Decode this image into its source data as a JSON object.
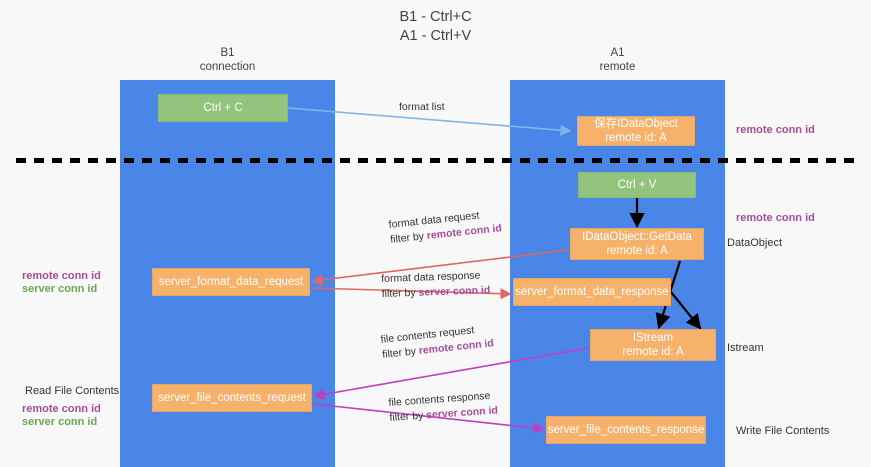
{
  "title": {
    "line1": "B1 - Ctrl+C",
    "line2": "A1 - Ctrl+V"
  },
  "lanes": [
    {
      "name": "B1",
      "sub": "connection"
    },
    {
      "name": "A1",
      "sub": "remote"
    }
  ],
  "boxes": {
    "ctrl_c": {
      "line1": "Ctrl + C"
    },
    "idataobject_saved": {
      "line1": "保存IDataObject",
      "line2": "remote id: A"
    },
    "ctrl_v": {
      "line1": "Ctrl + V"
    },
    "getdata": {
      "line1": "IDataObject::GetData",
      "line2": "remote id: A"
    },
    "server_format_data_request": {
      "line1": "server_format_data_request"
    },
    "server_format_data_response": {
      "line1": "server_format_data_response"
    },
    "istream": {
      "line1": "IStream",
      "line2": "remote id: A"
    },
    "server_file_contents_request": {
      "line1": "server_file_contents_request"
    },
    "server_file_contents_response": {
      "line1": "server_file_contents_response"
    }
  },
  "flows": {
    "format_list": {
      "line1": "format list",
      "line2": ""
    },
    "format_data_request": {
      "line1": "format data request",
      "prefix": "filter by ",
      "key": "remote conn id"
    },
    "format_data_response": {
      "line1": "format data response",
      "prefix": "filter by ",
      "key": "server conn id"
    },
    "file_contents_request": {
      "line1": "file contents request",
      "prefix": "filter by ",
      "key": "remote conn id"
    },
    "file_contents_response": {
      "line1": "file contents response",
      "prefix": "filter by ",
      "key": "server conn id"
    }
  },
  "side_labels": {
    "remote_conn_id": "remote conn id",
    "server_conn_id": "server conn id",
    "dataobject": "DataObject",
    "istream": "Istream",
    "read_file_contents": "Read File Contents",
    "write_file_contents": "Write File Contents"
  },
  "colors": {
    "lane": "#4a86e8",
    "green_box": "#93c47d",
    "orange_box": "#f6b26b",
    "remote_conn_id": "#a64d9a",
    "server_conn_id": "#6aa84f",
    "arrow_blue": "#7fb6e8",
    "arrow_black": "#000000",
    "arrow_red": "#e06666",
    "arrow_magenta": "#c13ec1",
    "dashed_divider": "#000000"
  }
}
